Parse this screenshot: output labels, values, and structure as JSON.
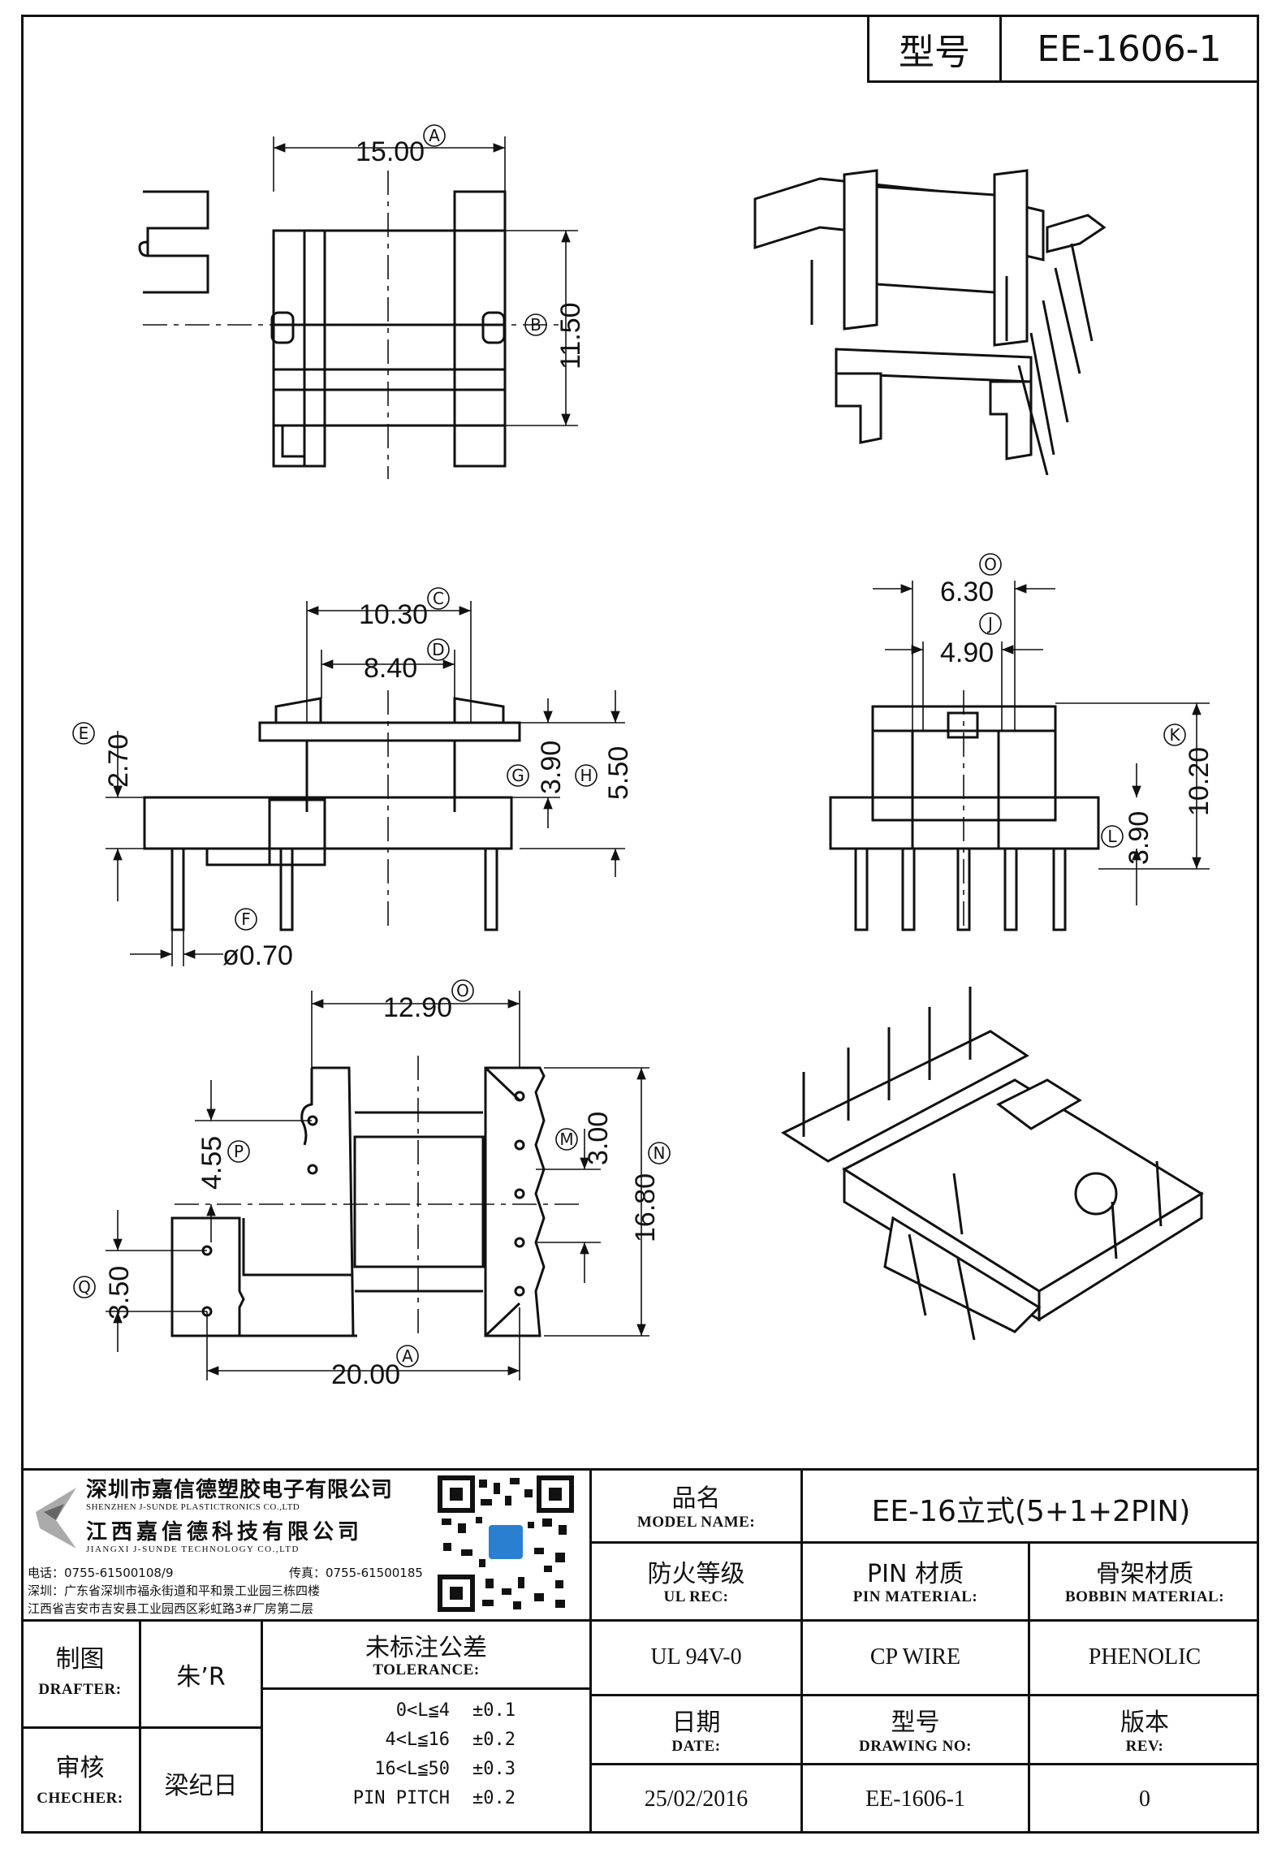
{
  "header": {
    "label": "型号",
    "value": "EE-1606-1"
  },
  "dimensions": {
    "top_width": "15.00",
    "top_width_ref": "A",
    "top_height": "11.50",
    "top_height_ref": "B",
    "side_c": "10.30",
    "side_c_ref": "C",
    "side_d": "8.40",
    "side_d_ref": "D",
    "side_e": "2.70",
    "side_e_ref": "E",
    "side_g": "3.90",
    "side_g_ref": "G",
    "side_h": "5.50",
    "side_h_ref": "H",
    "pin_dia": "ø0.70",
    "pin_dia_ref": "F",
    "front_o": "6.30",
    "front_o_ref": "O",
    "front_j": "4.90",
    "front_j_ref": "J",
    "front_k": "10.20",
    "front_k_ref": "K",
    "front_l": "3.90",
    "front_l_ref": "L",
    "bottom_o": "12.90",
    "bottom_o_ref": "O",
    "bottom_p": "4.55",
    "bottom_p_ref": "P",
    "bottom_m": "3.00",
    "bottom_m_ref": "M",
    "bottom_n": "16.80",
    "bottom_n_ref": "N",
    "bottom_q": "3.50",
    "bottom_q_ref": "Q",
    "bottom_a": "20.00",
    "bottom_a_ref": "A"
  },
  "company": {
    "name_cn_1": "深圳市嘉信德塑胶电子有限公司",
    "name_en_1": "SHENZHEN J-SUNDE PLASTICTRONICS CO.,LTD",
    "name_cn_2": "江西嘉信德科技有限公司",
    "name_en_2": "JIANGXI J-SUNDE TECHNOLOGY CO.,LTD",
    "tel": "电话：0755-61500108/9",
    "fax": "传真：0755-61500185",
    "addr_1": "深圳：广东省深圳市福永街道和平和景工业园三栋四楼",
    "addr_2": "江西省吉安市吉安县工业园西区彩虹路3#厂房第二层"
  },
  "title_block": {
    "model_cn": "品名",
    "model_en": "MODEL NAME:",
    "model_value": "EE-16立式(5+1+2PIN)",
    "ul_cn": "防火等级",
    "ul_en": "UL REC:",
    "ul_value": "UL 94V-0",
    "pin_cn": "PIN 材质",
    "pin_en": "PIN MATERIAL:",
    "pin_value": "CP WIRE",
    "bobbin_cn": "骨架材质",
    "bobbin_en": "BOBBIN MATERIAL:",
    "bobbin_value": "PHENOLIC",
    "date_cn": "日期",
    "date_en": "DATE:",
    "date_value": "25/02/2016",
    "dwg_cn": "型号",
    "dwg_en": "DRAWING NO:",
    "dwg_value": "EE-1606-1",
    "rev_cn": "版本",
    "rev_en": "REV:",
    "rev_value": "0",
    "drafter_cn": "制图",
    "drafter_en": "DRAFTER:",
    "drafter_value": "朱’R",
    "checker_cn": "审核",
    "checker_en": "CHECHER:",
    "checker_value": "梁纪日",
    "tol_cn": "未标注公差",
    "tol_en": "TOLERANCE:",
    "tolerances": [
      {
        "range": "0<L≦4",
        "value": "±0.1"
      },
      {
        "range": "4<L≦16",
        "value": "±0.2"
      },
      {
        "range": "16<L≦50",
        "value": "±0.3"
      },
      {
        "range": "PIN PITCH",
        "value": "±0.2"
      }
    ]
  }
}
